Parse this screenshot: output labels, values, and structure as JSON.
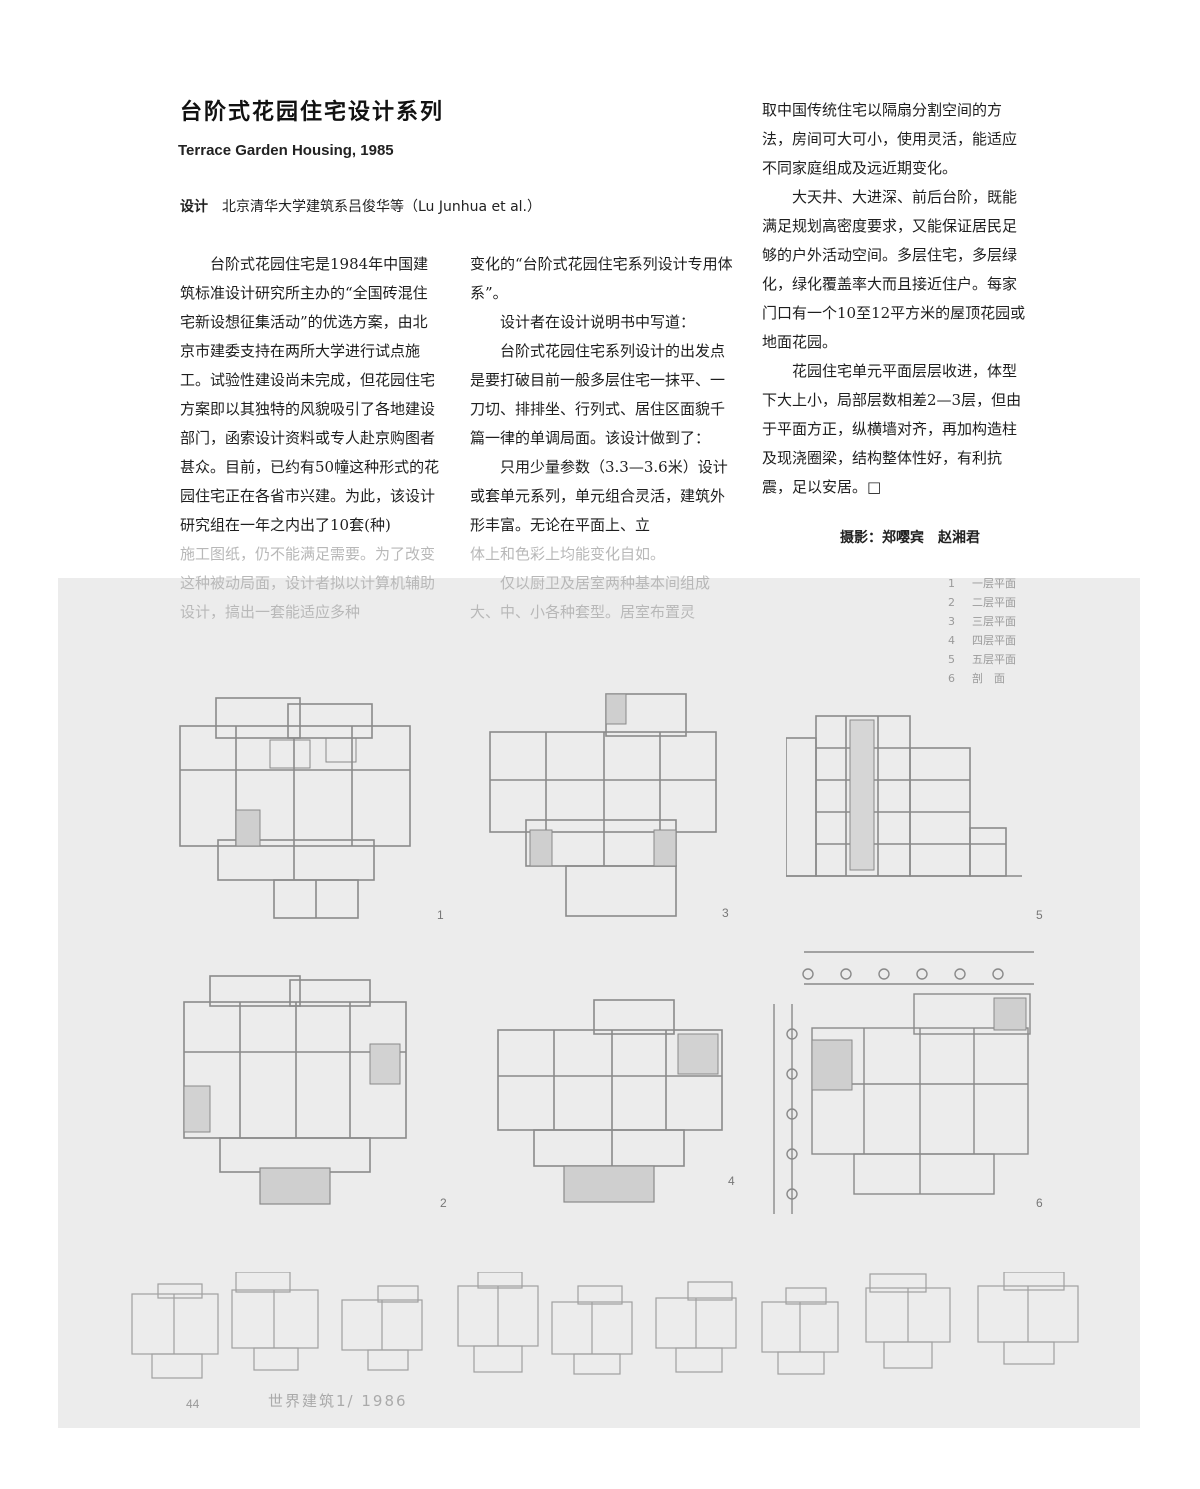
{
  "header": {
    "title_cn": "台阶式花园住宅设计系列",
    "title_en": "Terrace Garden Housing, 1985",
    "design_label": "设计",
    "design_credit": "北京清华大学建筑系吕俊华等（Lu Junhua et al.）"
  },
  "article": {
    "col1": [
      "台阶式花园住宅是1984年中国建筑标准设计研究所主办的“全国砖混住宅新设想征集活动”的优选方案，由北京市建委支持在两所大学进行试点施工。试验性建设尚未完成，但花园住宅方案即以其独特的风貌吸引了各地建设部门，函索设计资料或专人赴京购图者甚众。目前，已约有50幢这种形式的花园住宅正在各省市兴建。为此，该设计研究组在一年之内出了10套(种)"
    ],
    "col1_faded": "施工图纸，仍不能满足需要。为了改变这种被动局面，设计者拟以计算机辅助设计，搞出一套能适应多种",
    "col2": [
      "变化的“台阶式花园住宅系列设计专用体系”。",
      "设计者在设计说明书中写道：",
      "台阶式花园住宅系列设计的出发点是要打破目前一般多层住宅一抹平、一刀切、排排坐、行列式、居住区面貌千篇一律的单调局面。该设计做到了：",
      "只用少量参数（3.3—3.6米）设计或套单元系列，单元组合灵活，建筑外形丰富。无论在平面上、立"
    ],
    "col2_faded": [
      "体上和色彩上均能变化自如。",
      "仅以厨卫及居室两种基本间组成大、中、小各种套型。居室布置灵"
    ],
    "col3": [
      "取中国传统住宅以隔扇分割空间的方法，房间可大可小，使用灵活，能适应不同家庭组成及远近期变化。",
      "大天井、大进深、前后台阶，既能满足规划高密度要求，又能保证居民足够的户外活动空间。多层住宅，多层绿化，绿化覆盖率大而且接近住户。每家门口有一个10至12平方米的屋顶花园或地面花园。",
      "花园住宅单元平面层层收进，体型下大上小，局部层数相差2—3层，但由于平面方正，纵横墙对齐，再加构造柱及现浇圈梁，结构整体性好，有利抗震，足以安居。□"
    ],
    "photo_credit": "摄影：郑嘤宾　赵湘君"
  },
  "legend": [
    {
      "num": "1",
      "label": "一层平面"
    },
    {
      "num": "2",
      "label": "二层平面"
    },
    {
      "num": "3",
      "label": "三层平面"
    },
    {
      "num": "4",
      "label": "四层平面"
    },
    {
      "num": "5",
      "label": "五层平面"
    },
    {
      "num": "6",
      "label": "剖　面"
    }
  ],
  "figures": {
    "n1": "1",
    "n2": "2",
    "n3": "3",
    "n4": "4",
    "n5": "5",
    "n6": "6"
  },
  "footer": {
    "page": "44",
    "journal": "世界建筑1/ 1986"
  }
}
